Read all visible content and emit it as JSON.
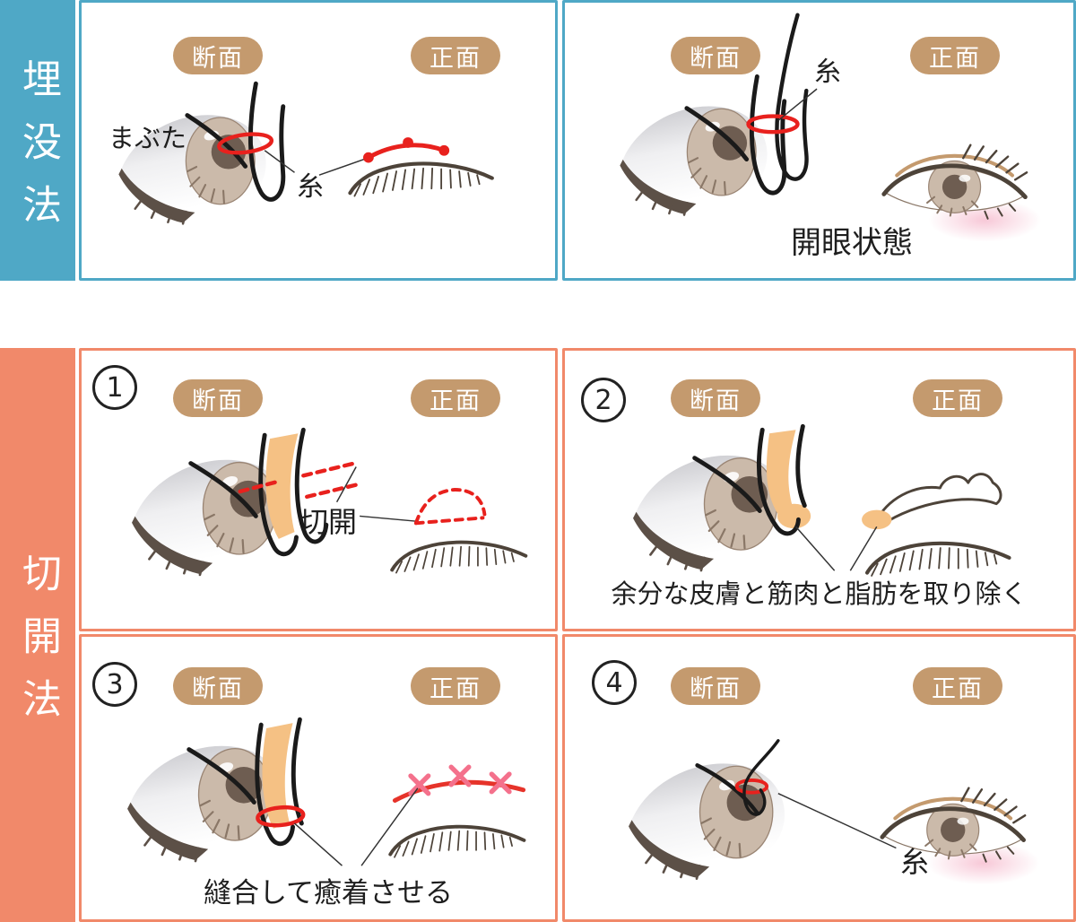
{
  "colors": {
    "blue_accent": "#4FA8C6",
    "orange_accent": "#F1896A",
    "badge_tan": "#C49A6E",
    "thread_red": "#E8211D",
    "stitch_pink": "#F4718C",
    "skin_orange": "#F5C184"
  },
  "maibotsu": {
    "title": "埋没法",
    "panel1": {
      "badge_left": "断面",
      "badge_right": "正面",
      "label_mabuta": "まぶた",
      "label_ito": "糸"
    },
    "panel2": {
      "badge_left": "断面",
      "badge_right": "正面",
      "label_ito": "糸",
      "caption": "開眼状態"
    }
  },
  "sekkai": {
    "title": "切開法",
    "panel1": {
      "number": "1",
      "badge_left": "断面",
      "badge_right": "正面",
      "label_sekkai": "切開"
    },
    "panel2": {
      "number": "2",
      "badge_left": "断面",
      "badge_right": "正面",
      "caption": "余分な皮膚と筋肉と脂肪を取り除く"
    },
    "panel3": {
      "number": "3",
      "badge_left": "断面",
      "badge_right": "正面",
      "caption": "縫合して癒着させる"
    },
    "panel4": {
      "number": "4",
      "badge_left": "断面",
      "badge_right": "正面",
      "label_ito": "糸"
    }
  }
}
